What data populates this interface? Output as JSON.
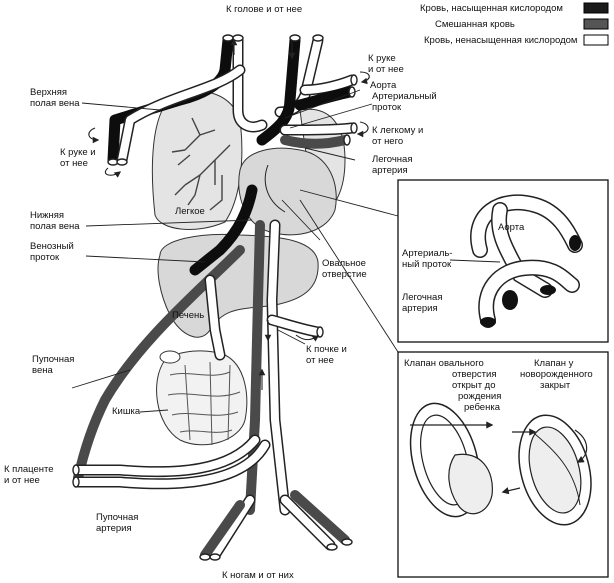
{
  "legend": {
    "oxygenated": "Кровь, насыщенная кислородом",
    "mixed": "Смешанная кровь",
    "deoxygenated": "Кровь, ненасыщенная кислородом",
    "colors": {
      "oxygenated": "#1a1a1a",
      "mixed": "#555555",
      "deoxygenated": "#ffffff"
    }
  },
  "labels": {
    "head": "К голове и от нее",
    "right_arm": [
      "К руке",
      "и от нее"
    ],
    "aorta": "Аорта",
    "ductus_arteriosus": [
      "Артериальный",
      "проток"
    ],
    "to_lung": [
      "К легкому и",
      "от него"
    ],
    "pulmonary_artery": [
      "Легочная",
      "артерия"
    ],
    "superior_vena_cava": [
      "Верхняя",
      "полая вена"
    ],
    "left_arm": [
      "К руке и",
      "от нее"
    ],
    "lung": "Легкое",
    "inferior_vena_cava": [
      "Нижняя",
      "полая вена"
    ],
    "ductus_venosus": [
      "Венозный",
      "проток"
    ],
    "foramen_ovale": [
      "Овальное",
      "отверстие"
    ],
    "liver": "Печень",
    "to_kidney": [
      "К почке и",
      "от нее"
    ],
    "umbilical_vein": [
      "Пупочная",
      "вена"
    ],
    "intestine": "Кишка",
    "to_placenta": [
      "К плаценте",
      "и от нее"
    ],
    "umbilical_artery": [
      "Пупочная",
      "артерия"
    ],
    "legs": "К ногам и от них"
  },
  "inset_top": {
    "aorta": "Аорта",
    "ductus": [
      "Артериаль-",
      "ный проток"
    ],
    "pulmonary": [
      "Легочная",
      "артерия"
    ]
  },
  "inset_bottom": {
    "valve_open": [
      "Клапан овального",
      "отверстия",
      "открыт до",
      "рождения",
      "ребенка"
    ],
    "valve_closed": [
      "Клапан у",
      "новорожденного",
      "закрыт"
    ]
  }
}
